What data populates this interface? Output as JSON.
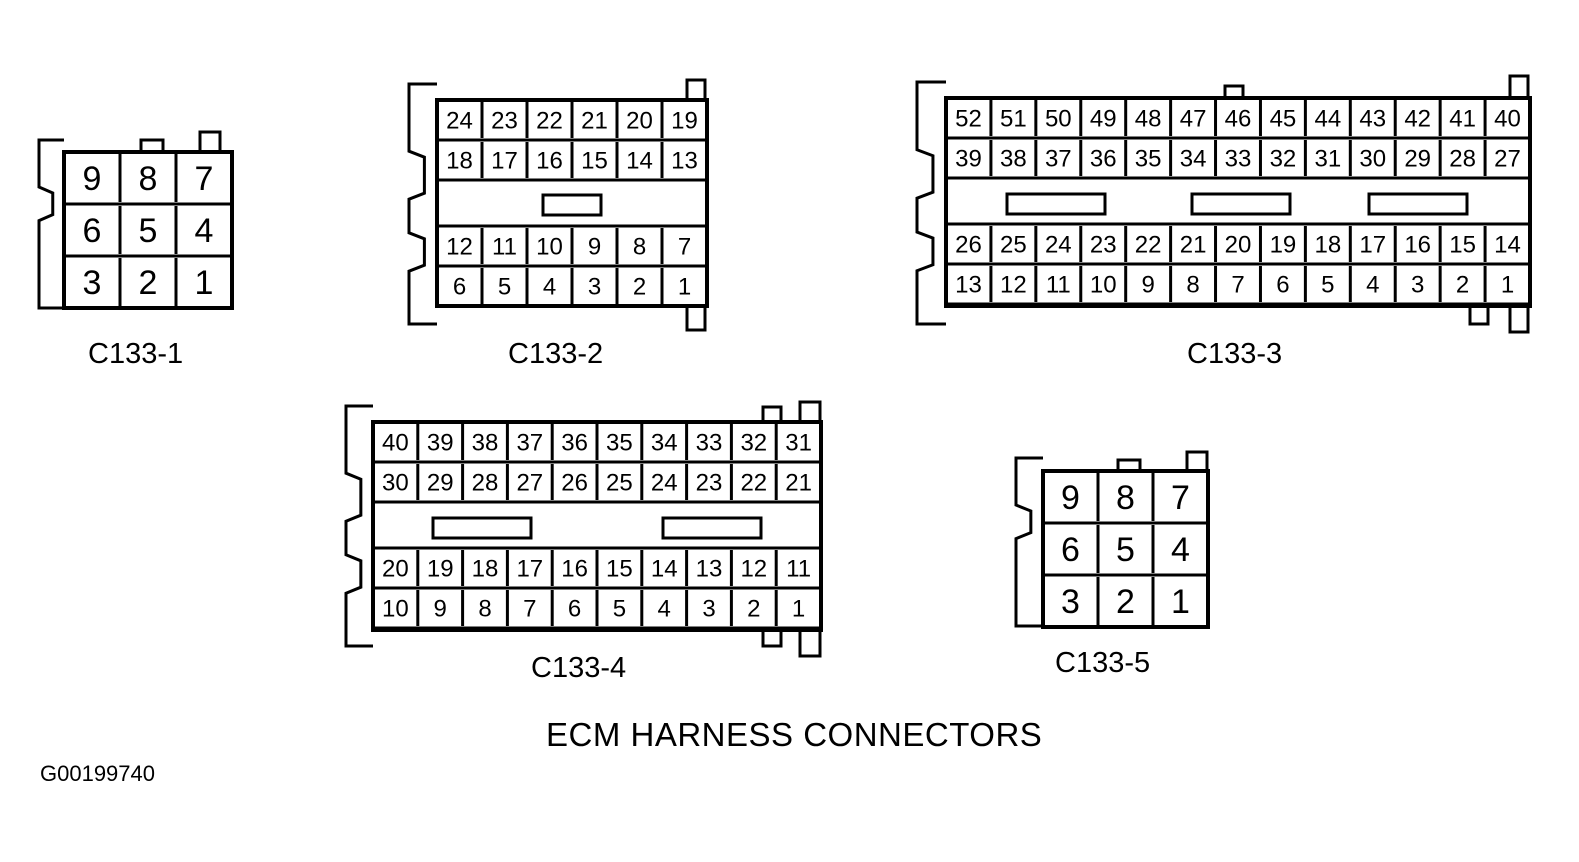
{
  "caption": "ECM HARNESS CONNECTORS",
  "figure_id": "G00199740",
  "connectors": [
    {
      "id": "c133-1",
      "label": "C133-1",
      "rows": [
        [
          "9",
          "8",
          "7"
        ],
        [
          "6",
          "5",
          "4"
        ],
        [
          "3",
          "2",
          "1"
        ]
      ]
    },
    {
      "id": "c133-2",
      "label": "C133-2",
      "rows": [
        [
          "24",
          "23",
          "22",
          "21",
          "20",
          "19"
        ],
        [
          "18",
          "17",
          "16",
          "15",
          "14",
          "13"
        ],
        [
          "12",
          "11",
          "10",
          "9",
          "8",
          "7"
        ],
        [
          "6",
          "5",
          "4",
          "3",
          "2",
          "1"
        ]
      ]
    },
    {
      "id": "c133-3",
      "label": "C133-3",
      "rows": [
        [
          "52",
          "51",
          "50",
          "49",
          "48",
          "47",
          "46",
          "45",
          "44",
          "43",
          "42",
          "41",
          "40"
        ],
        [
          "39",
          "38",
          "37",
          "36",
          "35",
          "34",
          "33",
          "32",
          "31",
          "30",
          "29",
          "28",
          "27"
        ],
        [
          "26",
          "25",
          "24",
          "23",
          "22",
          "21",
          "20",
          "19",
          "18",
          "17",
          "16",
          "15",
          "14"
        ],
        [
          "13",
          "12",
          "11",
          "10",
          "9",
          "8",
          "7",
          "6",
          "5",
          "4",
          "3",
          "2",
          "1"
        ]
      ]
    },
    {
      "id": "c133-4",
      "label": "C133-4",
      "rows": [
        [
          "40",
          "39",
          "38",
          "37",
          "36",
          "35",
          "34",
          "33",
          "32",
          "31"
        ],
        [
          "30",
          "29",
          "28",
          "27",
          "26",
          "25",
          "24",
          "23",
          "22",
          "21"
        ],
        [
          "20",
          "19",
          "18",
          "17",
          "16",
          "15",
          "14",
          "13",
          "12",
          "11"
        ],
        [
          "10",
          "9",
          "8",
          "7",
          "6",
          "5",
          "4",
          "3",
          "2",
          "1"
        ]
      ]
    },
    {
      "id": "c133-5",
      "label": "C133-5",
      "rows": [
        [
          "9",
          "8",
          "7"
        ],
        [
          "6",
          "5",
          "4"
        ],
        [
          "3",
          "2",
          "1"
        ]
      ]
    }
  ]
}
